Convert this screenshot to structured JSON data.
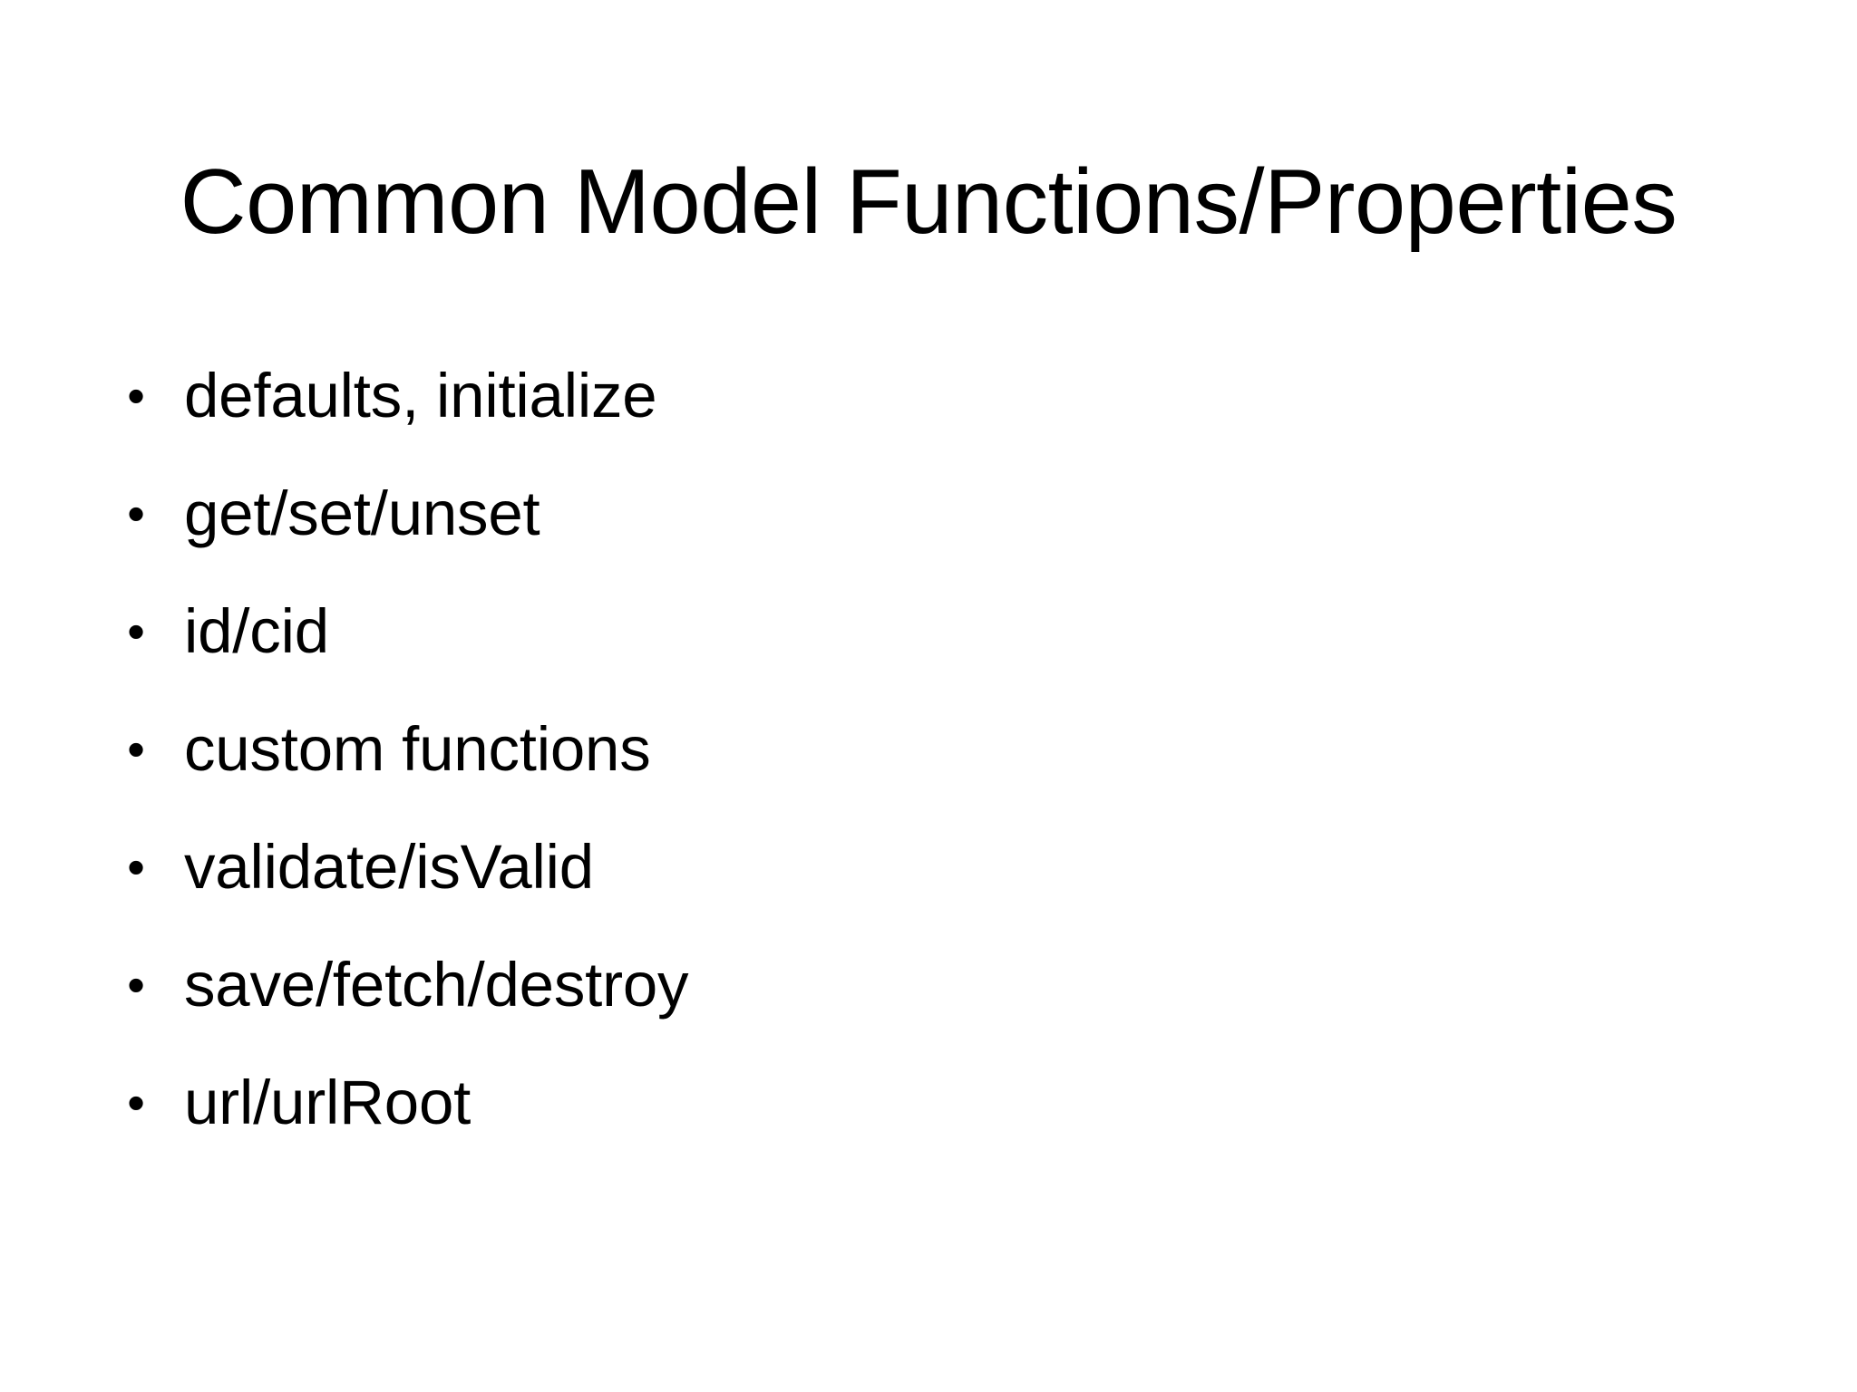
{
  "slide": {
    "background_color": "#ffffff",
    "text_color": "#000000",
    "title": "Common Model Functions/Properties",
    "bullet_glyph": "•",
    "bullets": [
      {
        "label": "defaults, initialize"
      },
      {
        "label": "get/set/unset"
      },
      {
        "label": "id/cid"
      },
      {
        "label": "custom functions"
      },
      {
        "label": "validate/isValid"
      },
      {
        "label": "save/fetch/destroy"
      },
      {
        "label": "url/urlRoot"
      }
    ]
  }
}
